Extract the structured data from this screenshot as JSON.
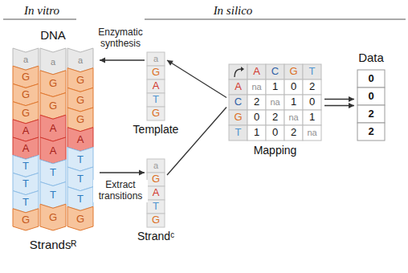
{
  "diagram": {
    "nodes": [
      {
        "text": [
          "DNA",
          "Strandsᴿ"
        ]
      },
      {
        "text": [
          "a",
          "G",
          "A",
          "T",
          "G",
          "Template"
        ]
      },
      {
        "text": [
          "a",
          "G",
          "A",
          "T",
          "G",
          "Strandᶜ"
        ]
      },
      {
        "text": [
          "A",
          "C",
          "G",
          "T",
          "A",
          "na",
          "1",
          "0",
          "2",
          "C",
          "2",
          "na",
          "1",
          "0",
          "G",
          "0",
          "2",
          "na",
          "1",
          "T",
          "1",
          "0",
          "2",
          "na",
          "Mapping"
        ]
      },
      {
        "text": [
          "Data",
          "0",
          "0",
          "2",
          "2"
        ]
      }
    ],
    "edges": [
      {
        "from": 1,
        "to": 0,
        "arrow": "to",
        "label": "Enzymatic synthesis"
      },
      {
        "from": 0,
        "to": 2,
        "arrow": "to",
        "label": "Extract transitions"
      },
      {
        "from": 3,
        "to": 1,
        "arrow": "to"
      },
      {
        "from": 2,
        "to": 3,
        "arrow": "none"
      },
      {
        "from": 3,
        "to": 4,
        "arrow": "to"
      }
    ],
    "labels": [
      "In vitro",
      "In silico",
      "a",
      "G",
      "G",
      "G",
      "A",
      "A",
      "T",
      "T",
      "T",
      "G",
      "a",
      "G",
      "G",
      "A",
      "A",
      "T",
      "T",
      "G",
      "a",
      "G",
      "G",
      "G",
      "A",
      "T",
      "T",
      "T",
      "G"
    ]
  }
}
